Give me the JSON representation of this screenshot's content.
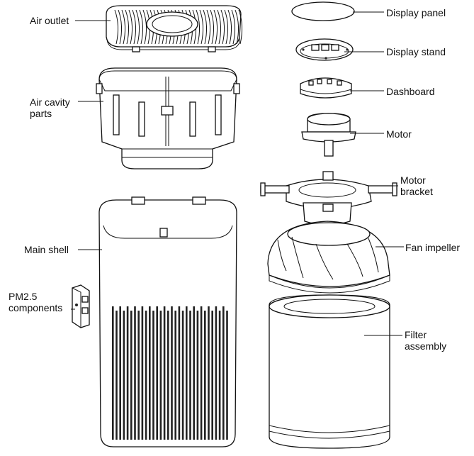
{
  "labels": {
    "air_outlet": "Air outlet",
    "air_cavity_parts": "Air cavity\nparts",
    "main_shell": "Main shell",
    "pm25_components": "PM2.5\ncomponents",
    "display_panel": "Display panel",
    "display_stand": "Display stand",
    "dashboard": "Dashboard",
    "motor": "Motor",
    "motor_bracket": "Motor\nbracket",
    "fan_impeller": "Fan impeller",
    "filter_assembly": "Filter\nassembly"
  }
}
